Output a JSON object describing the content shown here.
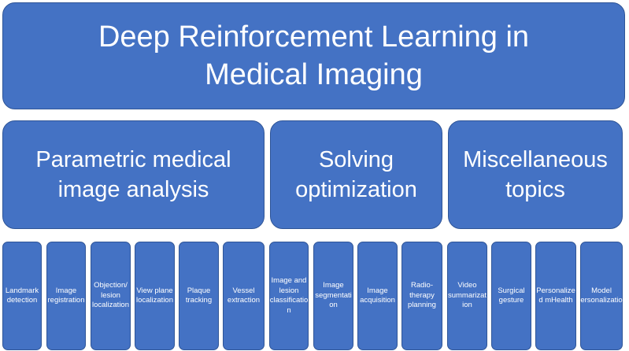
{
  "title": "Deep Reinforcement Learning in Medical Imaging",
  "categories": [
    {
      "label": "Parametric medical image analysis",
      "items": [
        "Landmark detection",
        "Image registration",
        "Objection/ lesion localization",
        "View plane localization",
        "Plaque tracking",
        "Vessel extraction"
      ]
    },
    {
      "label": "Solving optimization",
      "items": [
        "Image and lesion classificatio n",
        "Image segmentati on",
        "Image acquisition",
        "Radio-therapy planning"
      ]
    },
    {
      "label": "Miscellaneous topics",
      "items": [
        "Video summarizat ion",
        "Surgical gesture",
        "Personalize d mHealth",
        "Model personalization"
      ]
    }
  ],
  "colors": {
    "box_fill": "#4472c4",
    "box_border": "#2f5597",
    "text": "#ffffff"
  }
}
